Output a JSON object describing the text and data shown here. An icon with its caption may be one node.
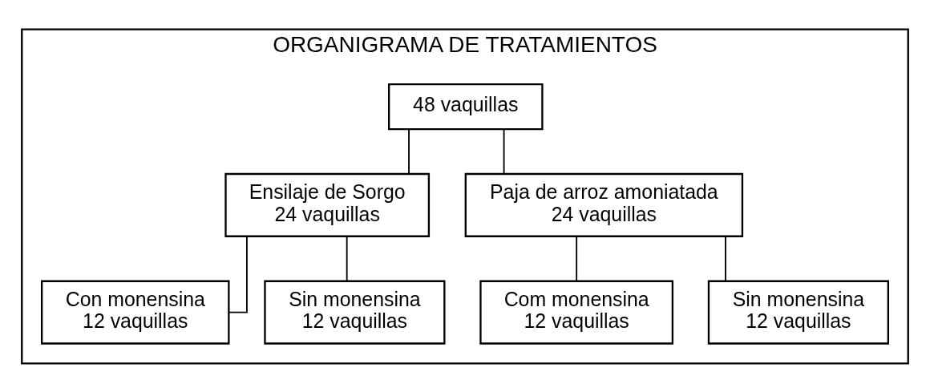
{
  "diagram": {
    "nodes": [
      {
        "text": [
          "ORGANIGRAMA DE TRATAMIENTOS"
        ]
      },
      {
        "text": [
          "48 vaquillas"
        ],
        "in": 0
      },
      {
        "text": [
          "Ensilaje de Sorgo",
          "24 vaquillas"
        ],
        "in": 0
      },
      {
        "text": [
          "Paja de arroz amoniatada",
          "24 vaquillas"
        ],
        "in": 0
      },
      {
        "text": [
          "Con monensina",
          "12 vaquillas"
        ],
        "in": 0
      },
      {
        "text": [
          "Sin monensina",
          "12 vaquillas"
        ],
        "in": 0
      },
      {
        "text": [
          "Com monensina",
          "12 vaquillas"
        ],
        "in": 0
      },
      {
        "text": [
          "Sin monensina",
          "12 vaquillas"
        ],
        "in": 0
      }
    ],
    "edges": [
      {
        "from": 1,
        "to": 2,
        "arrow": "none"
      },
      {
        "from": 1,
        "to": 3,
        "arrow": "none"
      },
      {
        "from": 2,
        "to": 4,
        "arrow": "none"
      },
      {
        "from": 2,
        "to": 5,
        "arrow": "none"
      },
      {
        "from": 3,
        "to": 6,
        "arrow": "none"
      },
      {
        "from": 3,
        "to": 7,
        "arrow": "none"
      }
    ]
  }
}
